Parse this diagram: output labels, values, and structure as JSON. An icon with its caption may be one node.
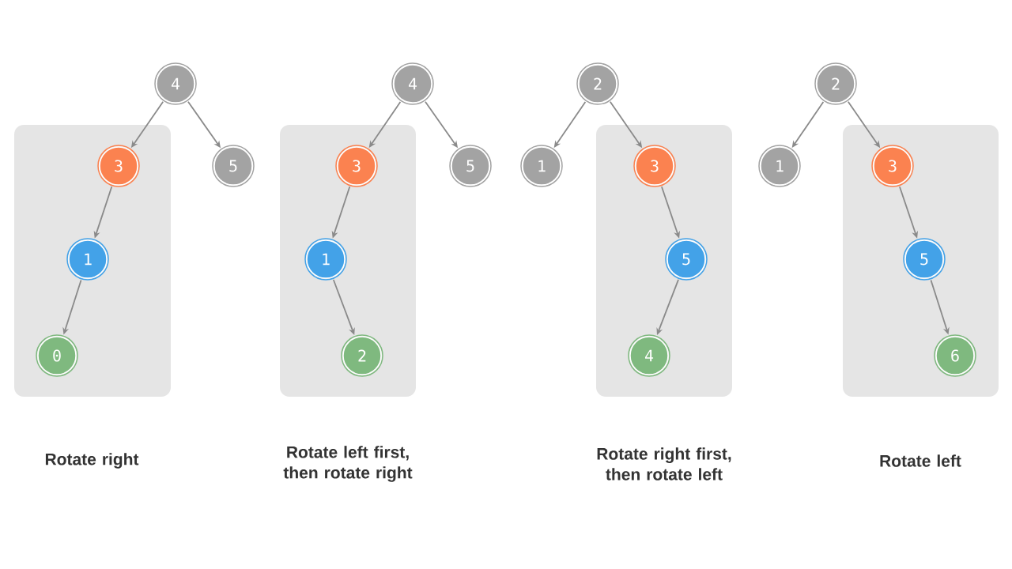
{
  "diagram": {
    "nodes": [
      {
        "text": [
          "4"
        ]
      },
      {
        "text": [],
        "shape": "box"
      },
      {
        "text": [
          "3"
        ],
        "in": 1
      },
      {
        "text": [
          "1"
        ],
        "in": 1
      },
      {
        "text": [
          "0"
        ],
        "in": 1
      },
      {
        "text": [
          "5"
        ]
      },
      {
        "text": [
          "4"
        ]
      },
      {
        "text": [],
        "shape": "box"
      },
      {
        "text": [
          "3"
        ],
        "in": 7
      },
      {
        "text": [
          "1"
        ],
        "in": 7
      },
      {
        "text": [
          "2"
        ],
        "in": 7
      },
      {
        "text": [
          "5"
        ]
      },
      {
        "text": [
          "2"
        ]
      },
      {
        "text": [
          "1"
        ]
      },
      {
        "text": [],
        "shape": "box"
      },
      {
        "text": [
          "3"
        ],
        "in": 14
      },
      {
        "text": [
          "5"
        ],
        "in": 14
      },
      {
        "text": [
          "4"
        ],
        "in": 14
      },
      {
        "text": [
          "2"
        ]
      },
      {
        "text": [
          "1"
        ]
      },
      {
        "text": [],
        "shape": "box"
      },
      {
        "text": [
          "3"
        ],
        "in": 20
      },
      {
        "text": [
          "5"
        ],
        "in": 20
      },
      {
        "text": [
          "6"
        ],
        "in": 20
      }
    ],
    "edges": [
      {
        "from": 0,
        "to": 2,
        "arrow": "to"
      },
      {
        "from": 0,
        "to": 5,
        "arrow": "to"
      },
      {
        "from": 2,
        "to": 3,
        "arrow": "to"
      },
      {
        "from": 3,
        "to": 4,
        "arrow": "to"
      },
      {
        "from": 6,
        "to": 8,
        "arrow": "to"
      },
      {
        "from": 6,
        "to": 11,
        "arrow": "to"
      },
      {
        "from": 8,
        "to": 9,
        "arrow": "to"
      },
      {
        "from": 9,
        "to": 10,
        "arrow": "to"
      },
      {
        "from": 12,
        "to": 13,
        "arrow": "to"
      },
      {
        "from": 12,
        "to": 15,
        "arrow": "to"
      },
      {
        "from": 15,
        "to": 16,
        "arrow": "to"
      },
      {
        "from": 16,
        "to": 17,
        "arrow": "to"
      },
      {
        "from": 18,
        "to": 19,
        "arrow": "to"
      },
      {
        "from": 18,
        "to": 21,
        "arrow": "to"
      },
      {
        "from": 21,
        "to": 22,
        "arrow": "to"
      },
      {
        "from": 22,
        "to": 23,
        "arrow": "to"
      }
    ],
    "labels": [
      "Rotate right",
      "Rotate left first, then rotate right",
      "Rotate right first, then rotate left",
      "Rotate left"
    ]
  }
}
